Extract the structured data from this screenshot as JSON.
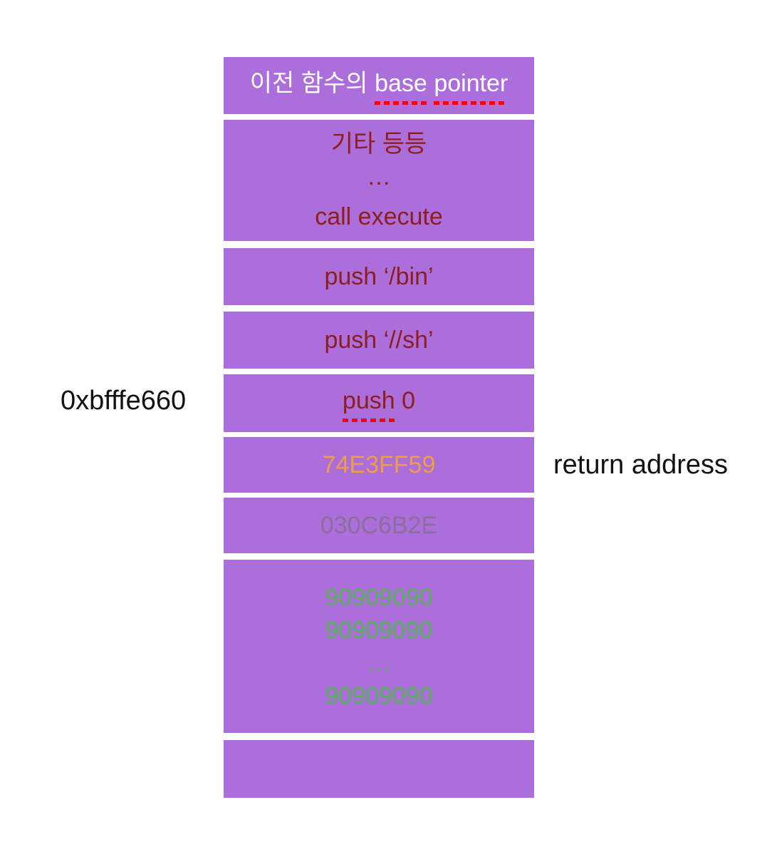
{
  "colors": {
    "page_bg": "#FFFFFF",
    "cell_fill": "#AB6EDB",
    "dark_red_text": "#8E1D1D",
    "white_text": "#FFFFFF",
    "orange_text": "#EE9D48",
    "muted_purple_text": "#8A6E9C",
    "green_text": "#53B255",
    "outside_label_text": "#111111",
    "spellcheck_red": "#FF0000"
  },
  "left_label": {
    "text": "0xbfffe660"
  },
  "right_label": {
    "text": "return address"
  },
  "stack_cells": [
    {
      "prefix": "이전 함수의",
      "underlined": [
        "base",
        "pointer"
      ]
    },
    {
      "lines": [
        "기타 등등",
        "…",
        "call execute"
      ]
    },
    {
      "text": "push ‘/bin’"
    },
    {
      "text": "push ‘//sh’"
    },
    {
      "underlined": "push",
      "rest": "0"
    },
    {
      "text": "74E3FF59"
    },
    {
      "text": "030C6B2E"
    },
    {
      "lines": [
        "90909090",
        "90909090",
        "…",
        "90909090"
      ]
    },
    {
      "text": ""
    }
  ]
}
